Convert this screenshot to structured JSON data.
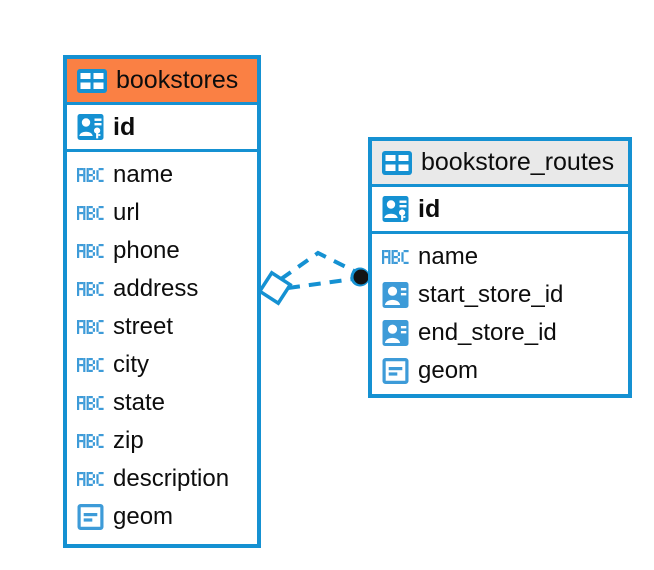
{
  "diagram": {
    "type": "entity-relationship-diagram",
    "background_color": "#ffffff",
    "accent_color": "#1591D2",
    "highlight_color": "#FA8044",
    "header_grey": "#E9E9E9"
  },
  "tables": [
    {
      "name": "bookstores",
      "header_icon": "table-icon",
      "header_style": "orange",
      "primary_key": {
        "label": "id",
        "icon": "primary-key-icon"
      },
      "fields": [
        {
          "label": "name",
          "icon": "text-abc-icon"
        },
        {
          "label": "url",
          "icon": "text-abc-icon"
        },
        {
          "label": "phone",
          "icon": "text-abc-icon"
        },
        {
          "label": "address",
          "icon": "text-abc-icon"
        },
        {
          "label": "street",
          "icon": "text-abc-icon"
        },
        {
          "label": "city",
          "icon": "text-abc-icon"
        },
        {
          "label": "state",
          "icon": "text-abc-icon"
        },
        {
          "label": "zip",
          "icon": "text-abc-icon"
        },
        {
          "label": "description",
          "icon": "text-abc-icon"
        },
        {
          "label": "geom",
          "icon": "geometry-icon"
        }
      ]
    },
    {
      "name": "bookstore_routes",
      "header_icon": "table-icon",
      "header_style": "grey",
      "primary_key": {
        "label": "id",
        "icon": "primary-key-icon"
      },
      "fields": [
        {
          "label": "name",
          "icon": "text-abc-icon"
        },
        {
          "label": "start_store_id",
          "icon": "foreign-key-icon"
        },
        {
          "label": "end_store_id",
          "icon": "foreign-key-icon"
        },
        {
          "label": "geom",
          "icon": "geometry-icon"
        }
      ]
    }
  ],
  "relationship": {
    "source_endpoint": "diamond",
    "target_endpoint": "filled-circle",
    "line_style": "dashed",
    "color": "#1591D2"
  }
}
